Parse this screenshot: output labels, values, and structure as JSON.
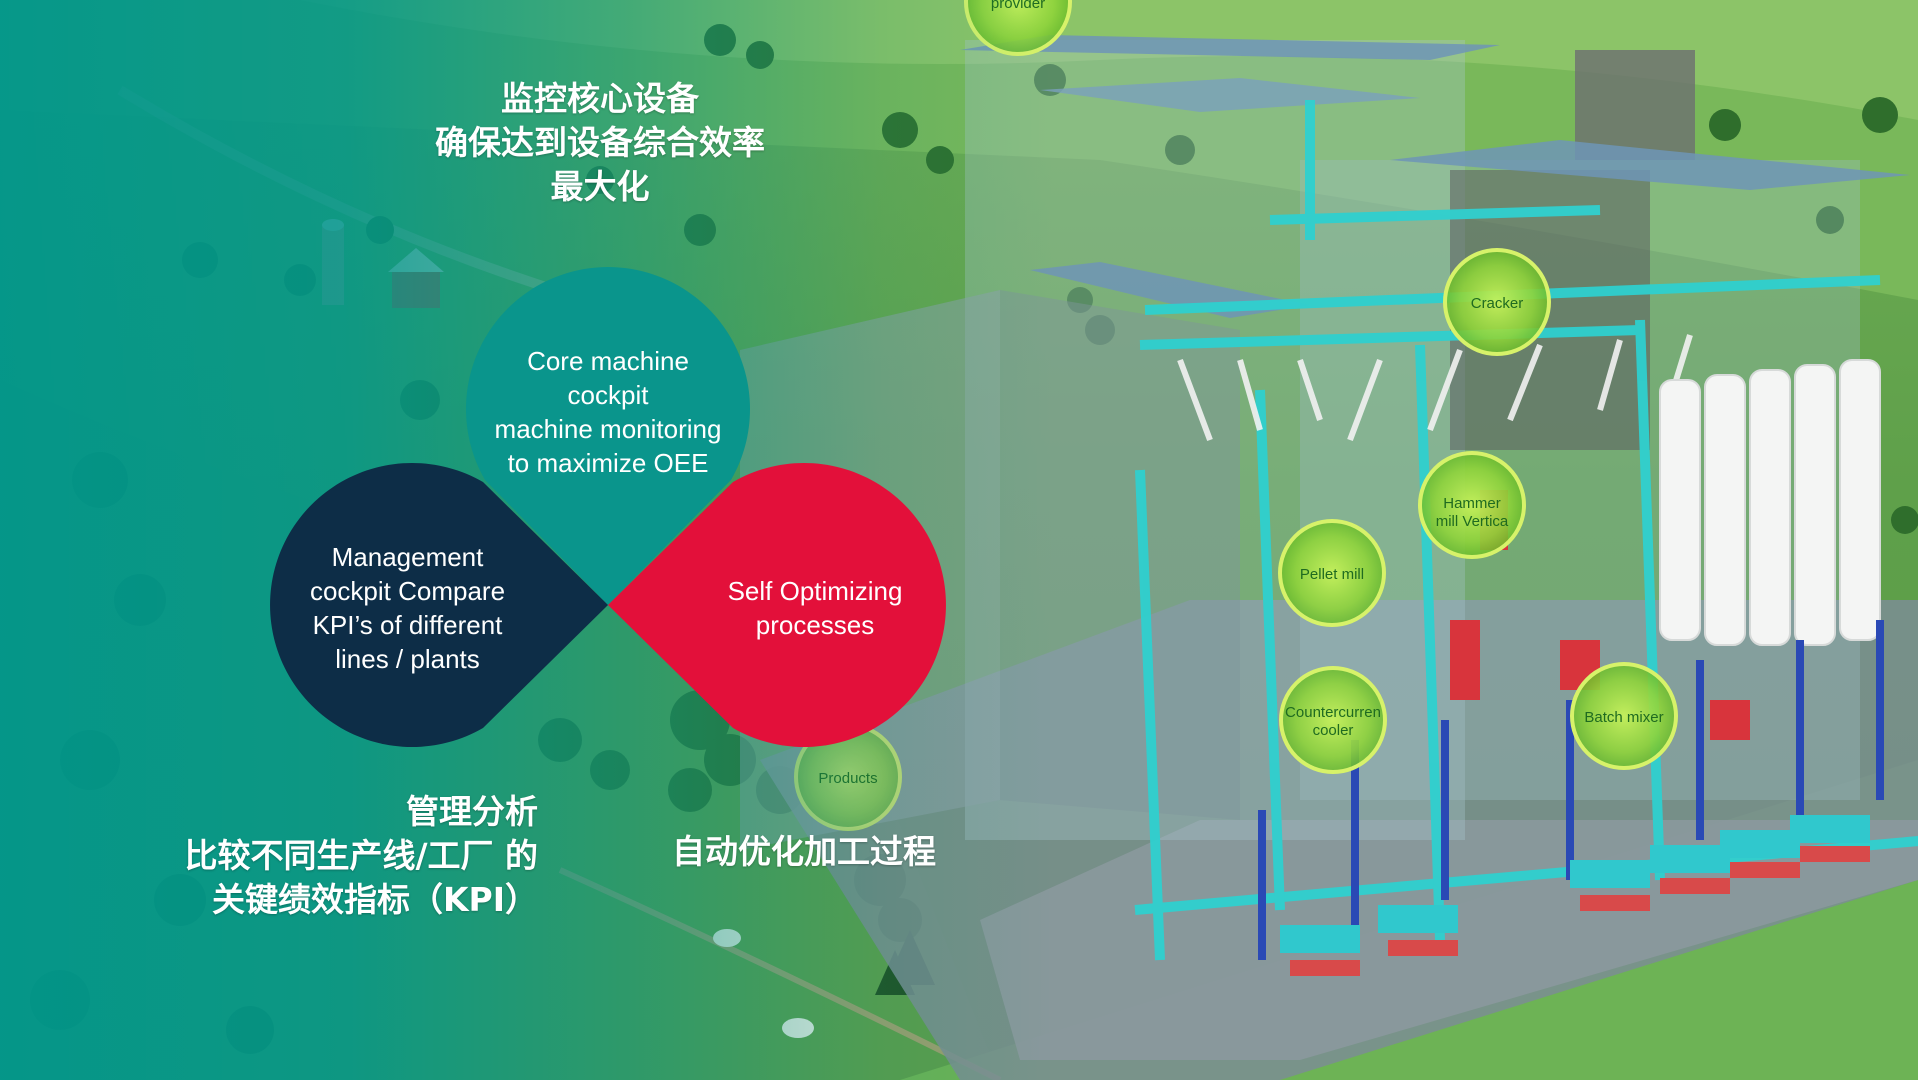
{
  "headings": {
    "top_cn": [
      "监控核心设备",
      "确保达到设备综合效率",
      "最大化"
    ],
    "left_cn": [
      "管理分析",
      "比较不同生产线/工厂 的",
      "关键绩效指标（KPI）"
    ],
    "right_cn": [
      "自动优化加工过程"
    ]
  },
  "petals": {
    "core": {
      "title_lines": [
        "Core machine",
        "cockpit"
      ],
      "desc_lines": [
        "machine monitoring",
        "to maximize OEE"
      ],
      "color": "#0a958c"
    },
    "management": {
      "title_line1": "Management",
      "title_line2": "cockpit",
      "desc_line2": "Compare",
      "desc_lines": [
        "KPI’s of different",
        "lines / plants"
      ],
      "color": "#0d2d47"
    },
    "self": {
      "lines": [
        "Self Optimizing",
        "processes"
      ],
      "color": "#e3103a"
    }
  },
  "plant_labels": {
    "provider": "provider",
    "cracker": "Cracker",
    "hammer": [
      "Hammer",
      "mill Vertica"
    ],
    "pellet": "Pellet mill",
    "counter": [
      "Countercurren",
      "cooler"
    ],
    "batch": "Batch mixer",
    "products": "Products"
  }
}
